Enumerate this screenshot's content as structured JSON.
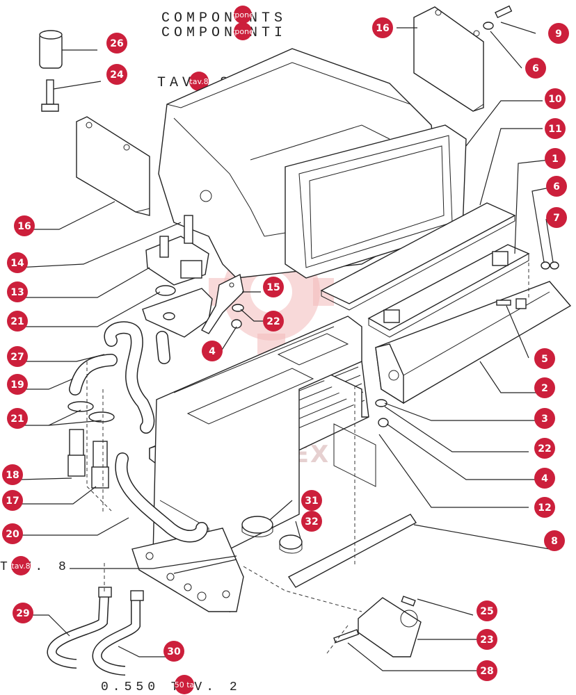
{
  "header": {
    "line1": "COMPONENTS",
    "line2": "COMPONENTI",
    "table_ref": "TAV. 8",
    "badge_title": "tpone",
    "badge_tav": "tav.8"
  },
  "footer": {
    "left_ref": "TAV. 8",
    "left_badge": "tav.8",
    "bottom_ref": "0.550  TAV. 2",
    "bottom_badge": "50 ta"
  },
  "watermark": "HIHTEX",
  "callouts": [
    "26",
    "24",
    "16",
    "16",
    "14",
    "13",
    "21",
    "27",
    "19",
    "21",
    "18",
    "17",
    "20",
    "29",
    "30",
    "31",
    "32",
    "15",
    "22",
    "4",
    "9",
    "6",
    "10",
    "11",
    "1",
    "6",
    "7",
    "5",
    "2",
    "3",
    "22",
    "4",
    "12",
    "8",
    "25",
    "23",
    "28"
  ],
  "colors": {
    "badge": "#cc1f3b",
    "line": "#222222",
    "watermark": "#f3b9b9"
  }
}
